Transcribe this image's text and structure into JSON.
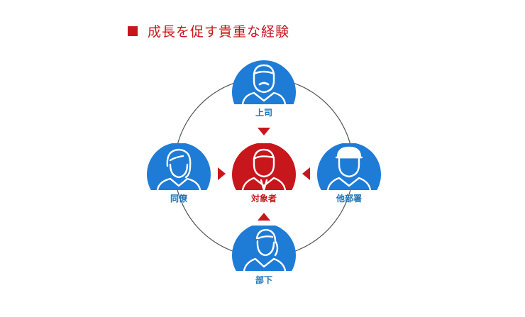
{
  "title": "成長を促す貴重な経験",
  "colors": {
    "accent": "#c8161d",
    "person_blue": "#1e7cd6",
    "center_red": "#c8161d",
    "label_blue": "#1a73b8",
    "ring": "#555555"
  },
  "nodes": {
    "top": {
      "label": "上司",
      "icon": "male-boss-mustache-icon"
    },
    "left": {
      "label": "同僚",
      "icon": "female-short-hair-icon"
    },
    "center": {
      "label": "対象者",
      "icon": "male-suit-icon"
    },
    "right": {
      "label": "他部署",
      "icon": "male-cap-icon"
    },
    "bottom": {
      "label": "部下",
      "icon": "female-ponytail-icon"
    }
  }
}
